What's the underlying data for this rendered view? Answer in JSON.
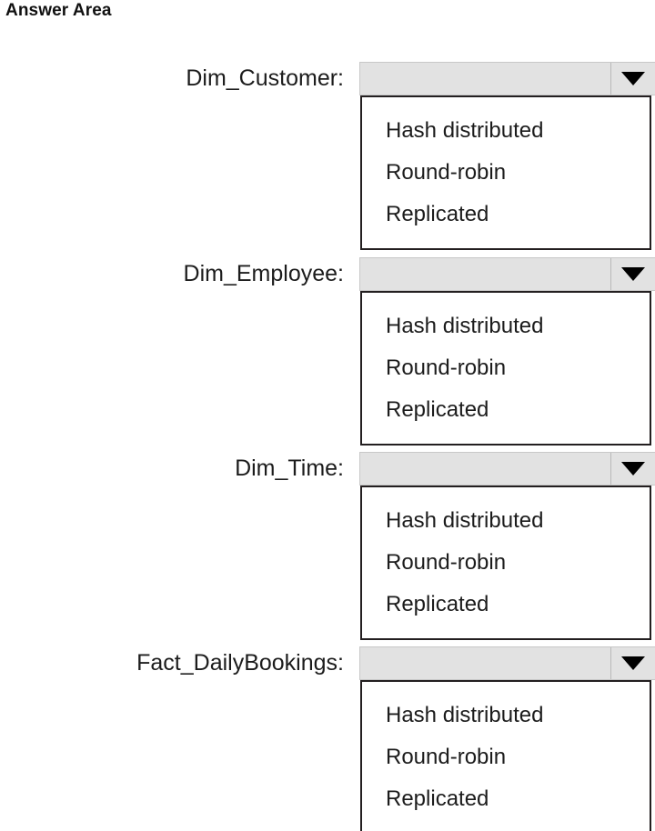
{
  "page": {
    "title": "Answer Area",
    "background_color": "#ffffff",
    "text_color": "#1c1c1c"
  },
  "theme": {
    "combo_fill": "#e2e2e2",
    "combo_border": "#c8c8c8",
    "list_border": "#231f20",
    "list_fill": "#ffffff",
    "arrow_color": "#000000"
  },
  "icons": {
    "dropdown_arrow": "chevron-down-icon"
  },
  "rows": [
    {
      "label": "Dim_Customer:",
      "selected_value": "",
      "placeholder": "",
      "options": [
        "Hash distributed",
        "Round-robin",
        "Replicated"
      ],
      "expanded": true
    },
    {
      "label": "Dim_Employee:",
      "selected_value": "",
      "placeholder": "",
      "options": [
        "Hash distributed",
        "Round-robin",
        "Replicated"
      ],
      "expanded": true
    },
    {
      "label": "Dim_Time:",
      "selected_value": "",
      "placeholder": "",
      "options": [
        "Hash distributed",
        "Round-robin",
        "Replicated"
      ],
      "expanded": true
    },
    {
      "label": "Fact_DailyBookings:",
      "selected_value": "",
      "placeholder": "",
      "options": [
        "Hash distributed",
        "Round-robin",
        "Replicated"
      ],
      "expanded": true
    }
  ]
}
